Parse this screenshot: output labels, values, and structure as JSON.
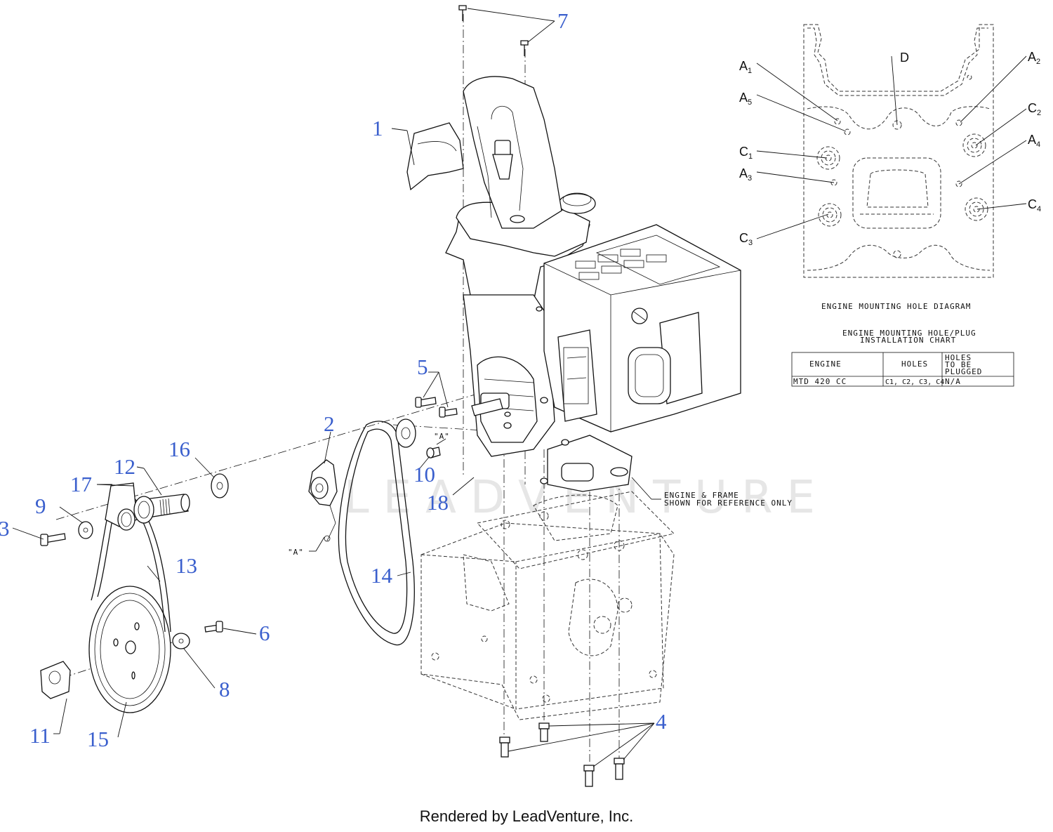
{
  "watermark": "LEADVENTURE",
  "footer": "Rendered by LeadVenture, Inc.",
  "callouts": [
    "1",
    "2",
    "3",
    "4",
    "5",
    "6",
    "7",
    "8",
    "9",
    "10",
    "11",
    "12",
    "13",
    "14",
    "15",
    "16",
    "17",
    "18"
  ],
  "reference_marks": {
    "a_top": "\"A\"",
    "a_bottom": "\"A\""
  },
  "reference_note": {
    "line1": "ENGINE & FRAME",
    "line2": "SHOWN FOR REFERENCE ONLY"
  },
  "hole_diagram": {
    "title": "ENGINE MOUNTING HOLE DIAGRAM",
    "labels": [
      {
        "main": "A",
        "sub": "1"
      },
      {
        "main": "A",
        "sub": "5"
      },
      {
        "main": "C",
        "sub": "1"
      },
      {
        "main": "A",
        "sub": "3"
      },
      {
        "main": "C",
        "sub": "3"
      },
      {
        "main": "D",
        "sub": ""
      },
      {
        "main": "A",
        "sub": "2"
      },
      {
        "main": "C",
        "sub": "2"
      },
      {
        "main": "A",
        "sub": "4"
      },
      {
        "main": "C",
        "sub": "4"
      }
    ]
  },
  "install_chart": {
    "title_line1": "ENGINE MOUNTING HOLE/PLUG",
    "title_line2": "INSTALLATION CHART",
    "headers": {
      "engine": "ENGINE",
      "holes": "HOLES",
      "plugged_1": "HOLES",
      "plugged_2": "TO BE",
      "plugged_3": "PLUGGED"
    },
    "row": {
      "engine": "MTD 420 CC",
      "holes": "C1, C2, C3, C4",
      "plugged": "N/A"
    }
  }
}
